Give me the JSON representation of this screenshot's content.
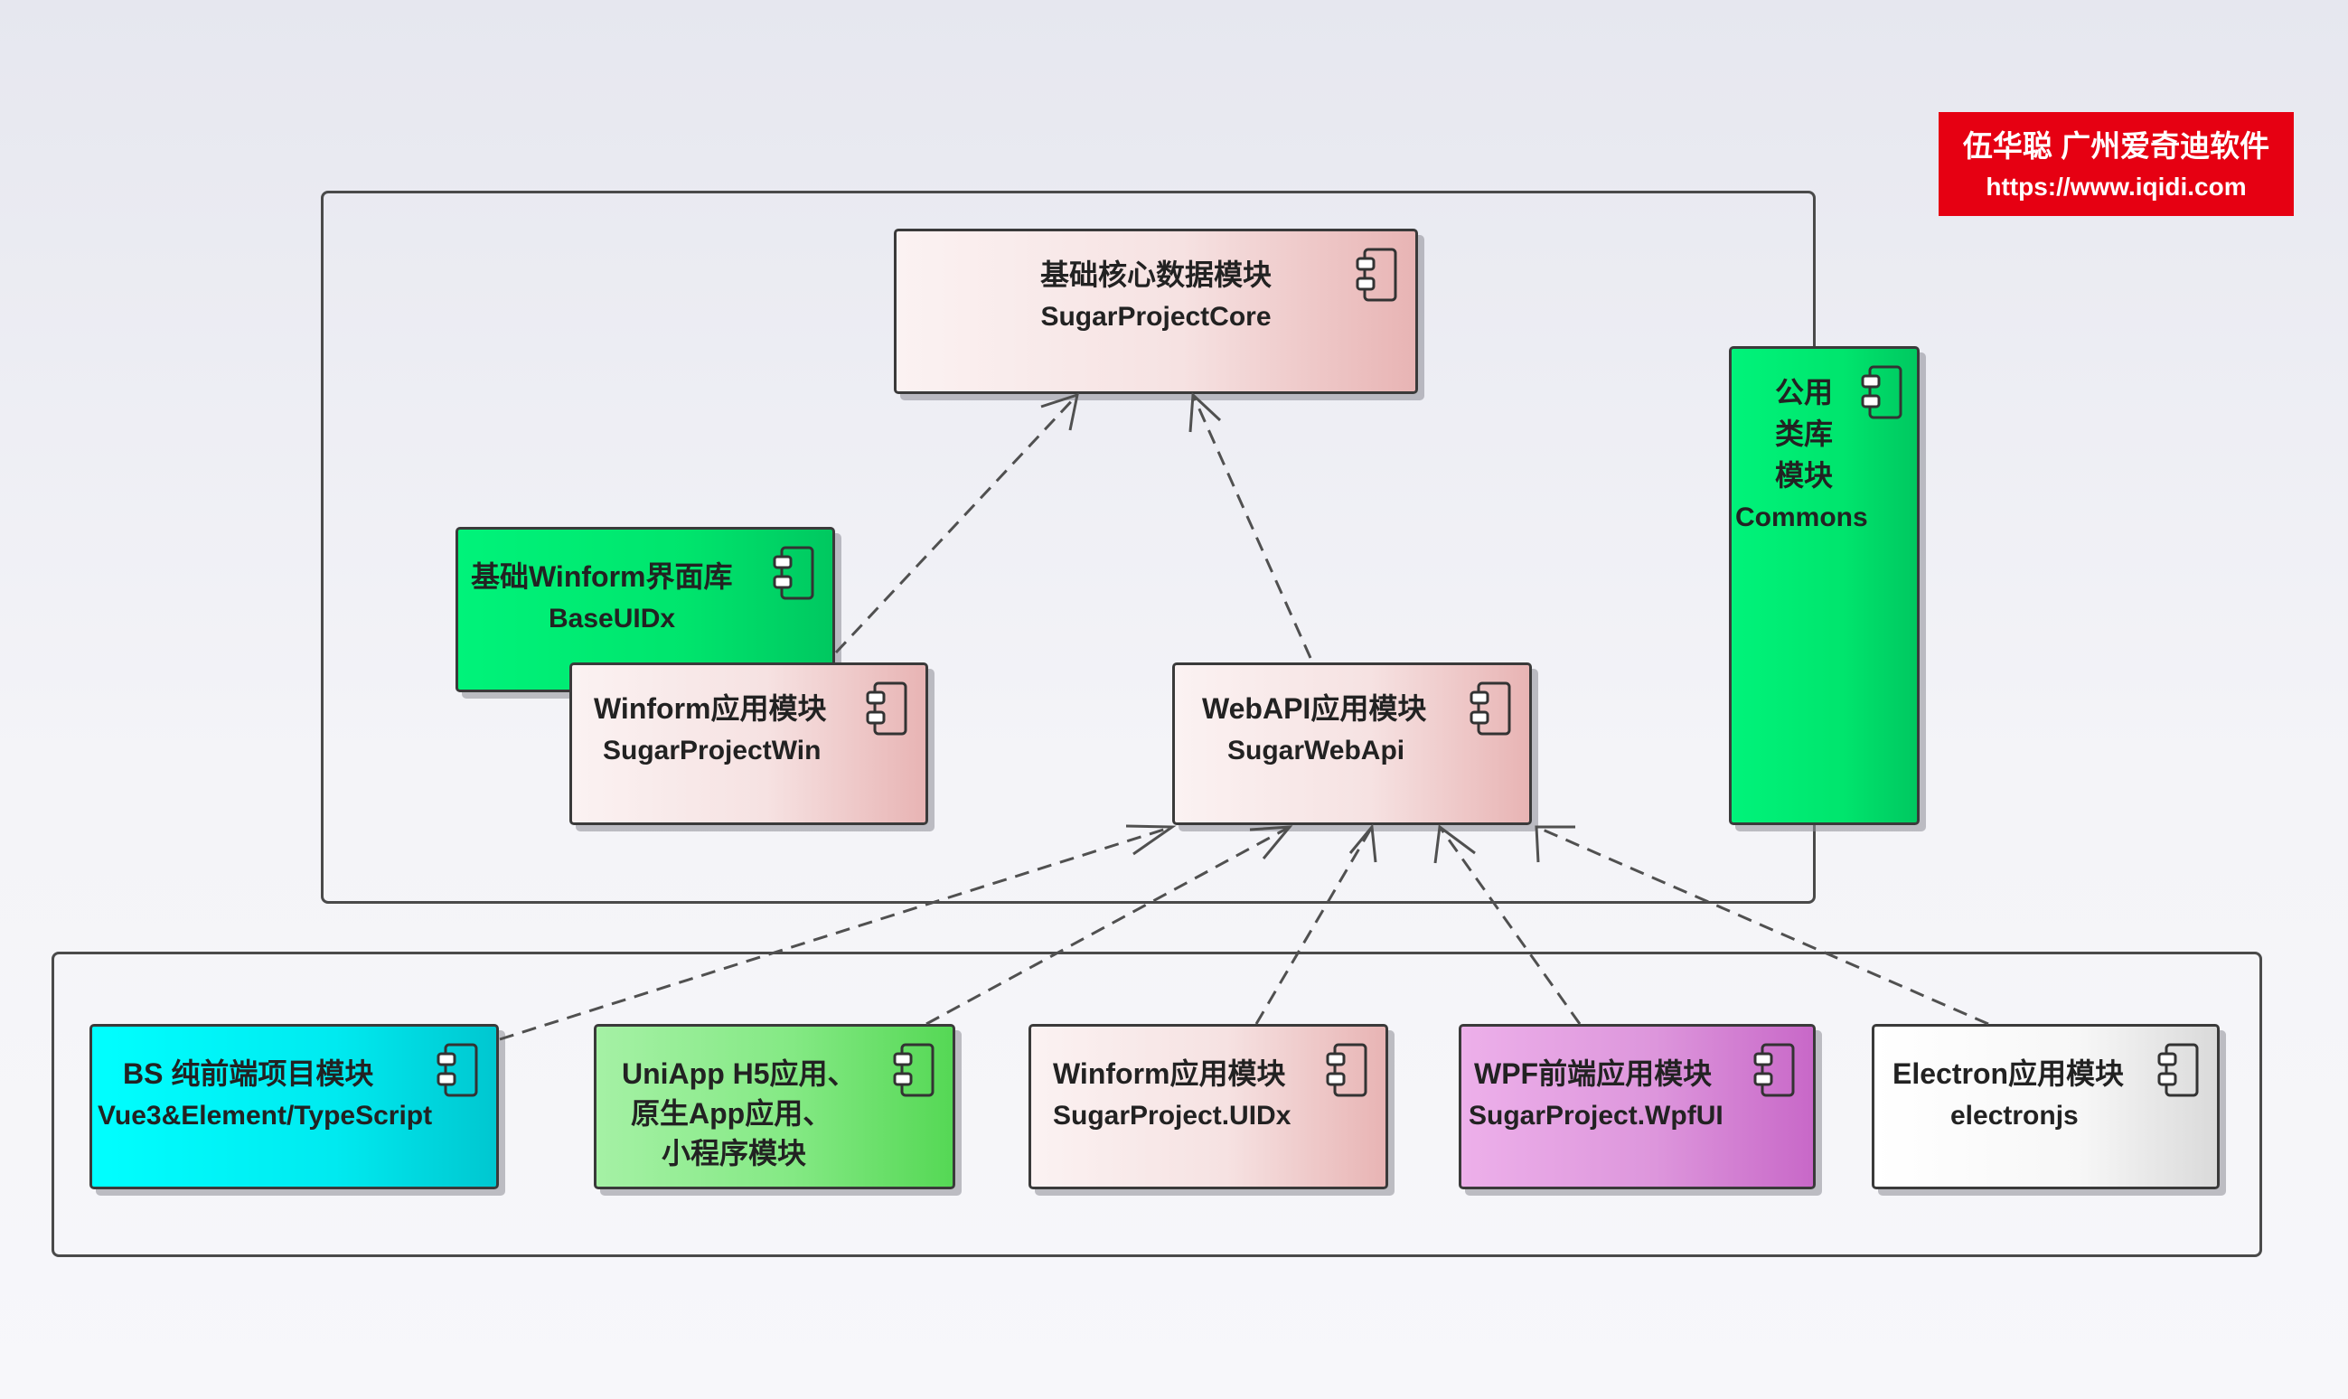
{
  "watermark": {
    "name": "伍华聪 广州爱奇迪软件",
    "url": "https://www.iqidi.com"
  },
  "nodes": {
    "core": {
      "line1": "基础核心数据模块",
      "line2": "SugarProjectCore",
      "fill": "#f6e2e2"
    },
    "baseui": {
      "line1": "基础Winform界面库",
      "line2": "BaseUIDx",
      "fill": "#00e56d"
    },
    "winapp": {
      "line1": "Winform应用模块",
      "line2": "SugarProjectWin",
      "fill": "#f6e2e2"
    },
    "webapi": {
      "line1": "WebAPI应用模块",
      "line2": "SugarWebApi",
      "fill": "#f6e2e2"
    },
    "commons": {
      "line1": "公用",
      "line2": "类库",
      "line3": "模块",
      "line4": "Commons",
      "fill": "#00e56d"
    },
    "bs": {
      "line1": "BS 纯前端项目模块",
      "line2": "Vue3&Element/TypeScript",
      "fill": "#00eaf0"
    },
    "uniapp": {
      "line1": "UniApp H5应用、",
      "line2": "原生App应用、",
      "line3": "小程序模块",
      "fill": "#84e984"
    },
    "winuidx": {
      "line1": "Winform应用模块",
      "line2": "SugarProject.UIDx",
      "fill": "#f6e2e2"
    },
    "wpf": {
      "line1": "WPF前端应用模块",
      "line2": "SugarProject.WpfUI",
      "fill": "#dd96dc"
    },
    "electron": {
      "line1": "Electron应用模块",
      "line2": "electronjs",
      "fill": "#f7f7f7"
    }
  },
  "icons": [
    "component-icon"
  ]
}
